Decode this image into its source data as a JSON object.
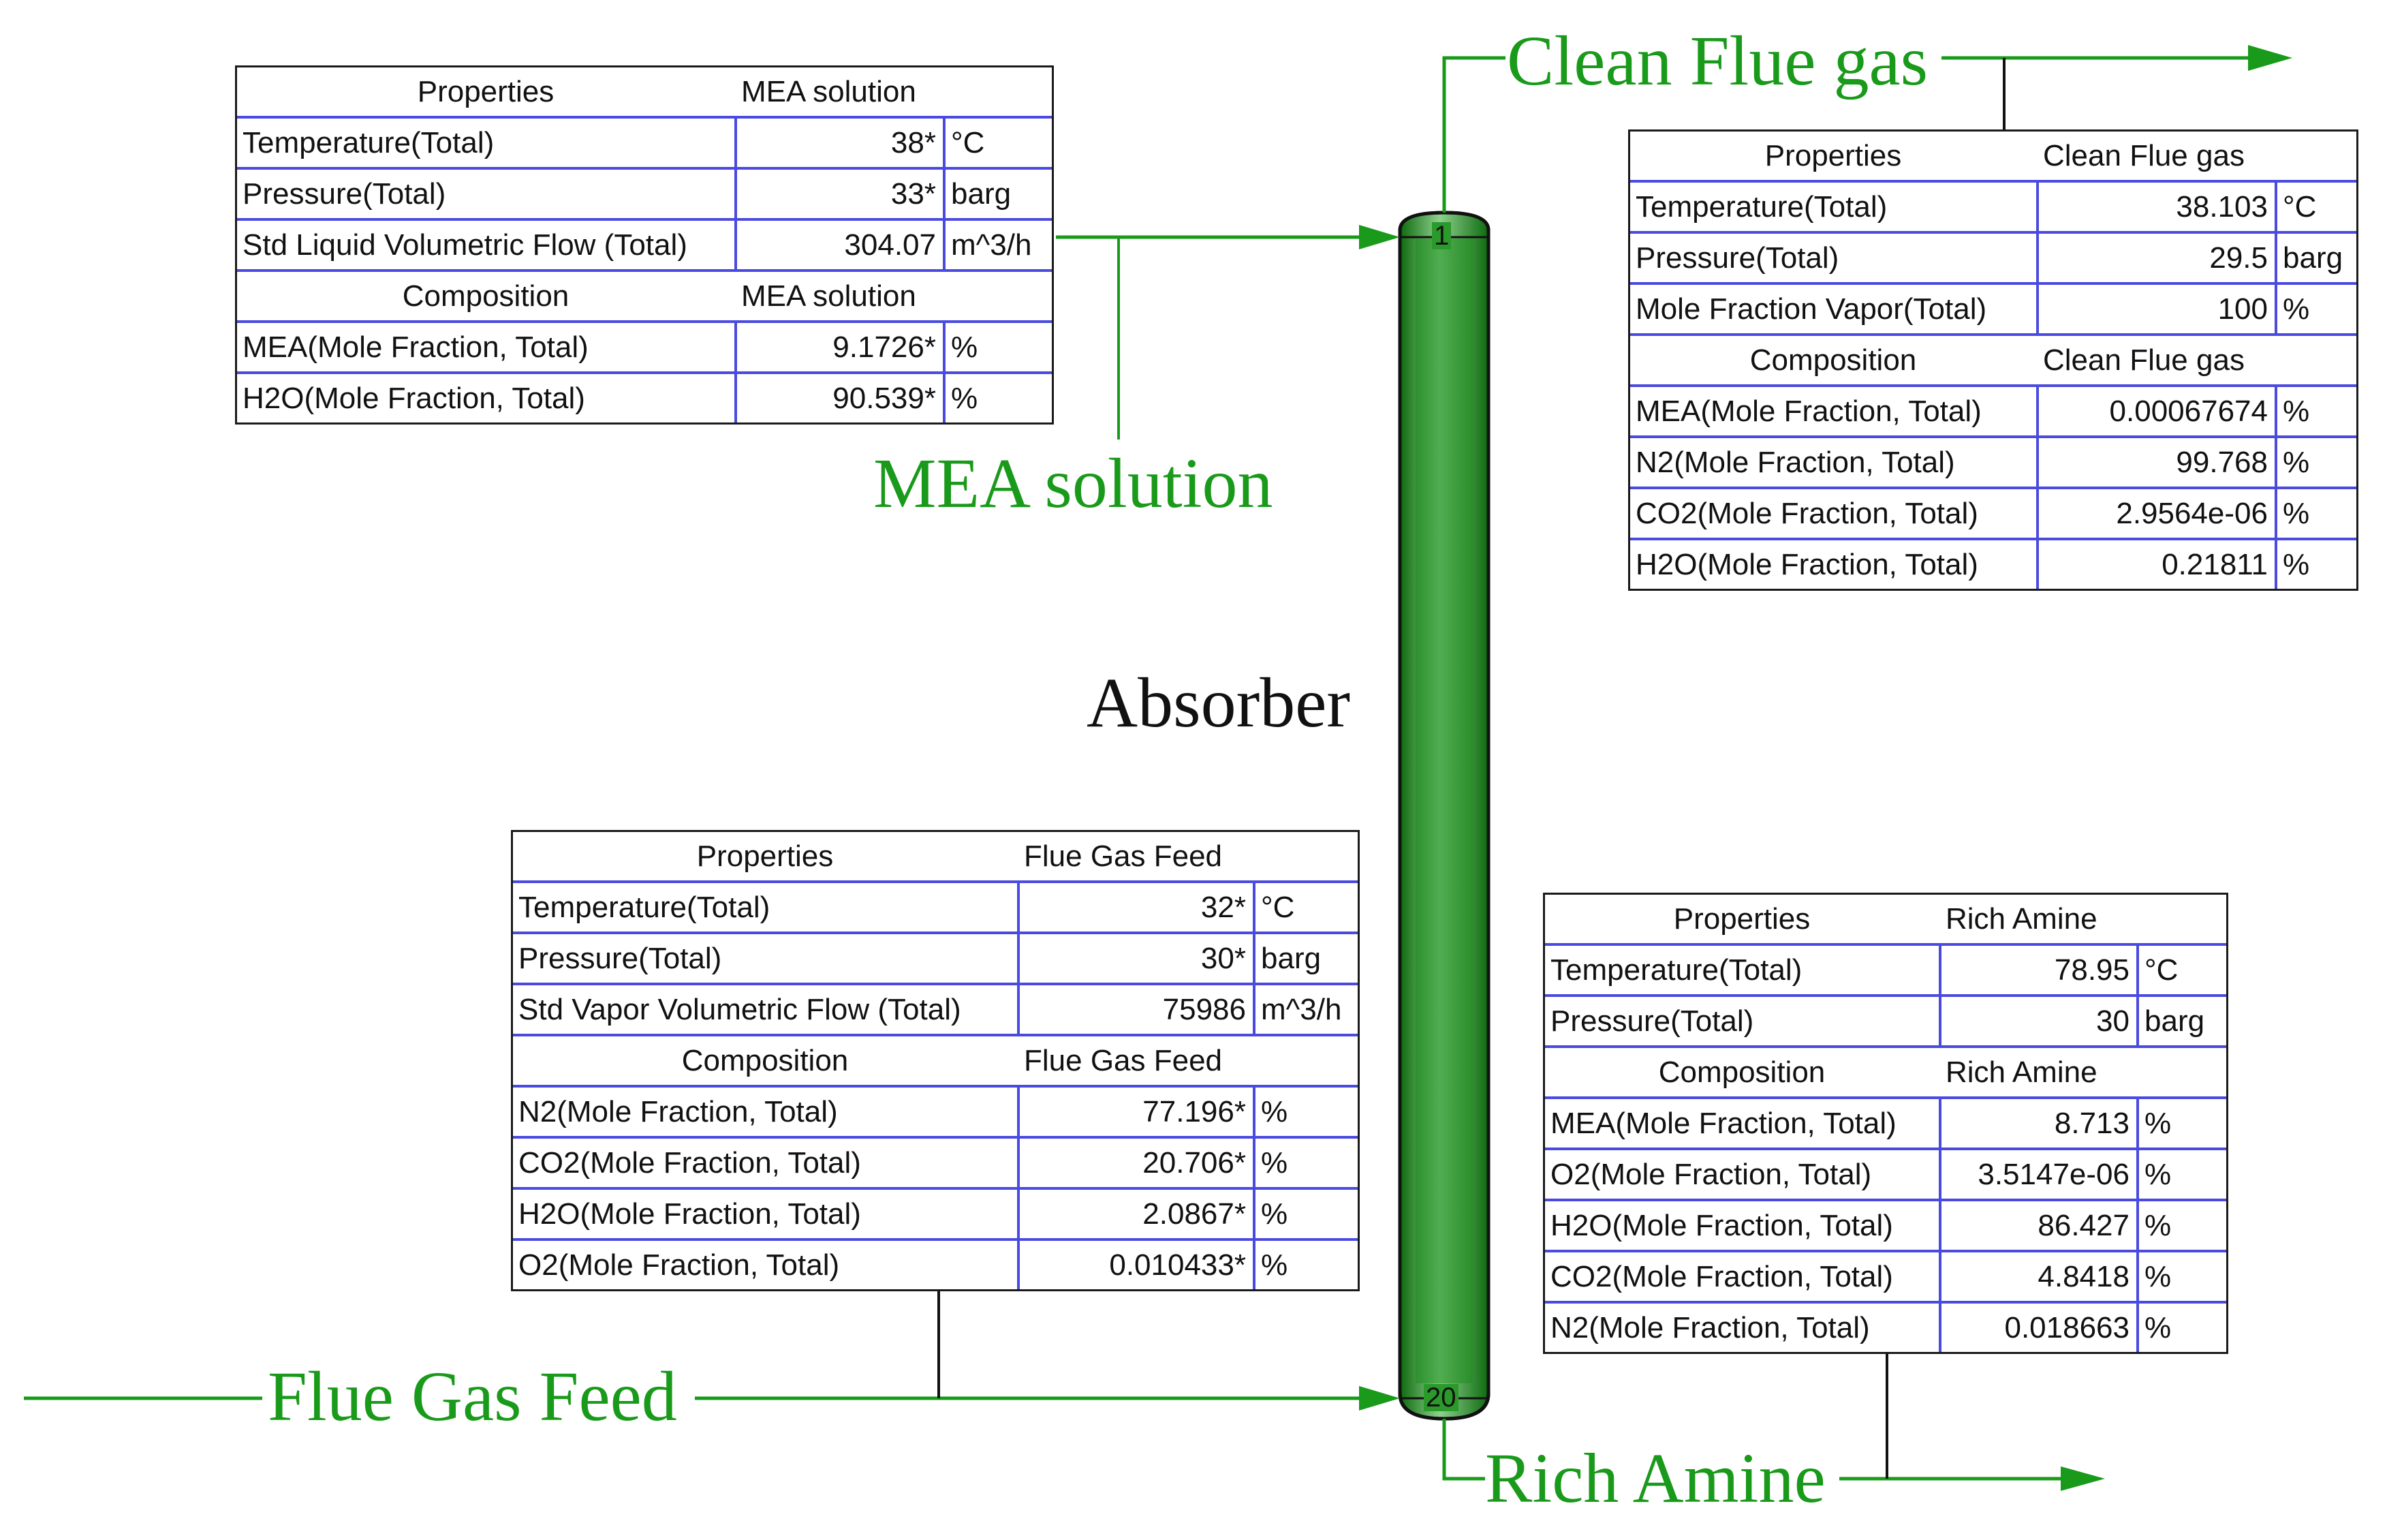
{
  "unit": {
    "name": "Absorber",
    "top_stage": "1",
    "bottom_stage": "20",
    "color": "#1f8f1f"
  },
  "streams": {
    "clean_flue_gas": "Clean Flue gas",
    "mea_solution": "MEA solution",
    "flue_gas_feed": "Flue Gas Feed",
    "rich_amine": "Rich Amine"
  },
  "colors": {
    "stream_line": "#1a9a1a",
    "grid": "#4a4ae0"
  },
  "tables": {
    "mea": {
      "properties_header": "Properties",
      "stream_name": "MEA solution",
      "properties": [
        {
          "label": "Temperature(Total)",
          "value": "38*",
          "unit": "°C"
        },
        {
          "label": "Pressure(Total)",
          "value": "33*",
          "unit": "barg"
        },
        {
          "label": "Std Liquid Volumetric Flow (Total)",
          "value": "304.07",
          "unit": "m^3/h"
        }
      ],
      "composition_header": "Composition",
      "composition": [
        {
          "label": "MEA(Mole Fraction, Total)",
          "value": "9.1726*",
          "unit": "%"
        },
        {
          "label": "H2O(Mole Fraction, Total)",
          "value": "90.539*",
          "unit": "%"
        }
      ]
    },
    "clean": {
      "properties_header": "Properties",
      "stream_name": "Clean Flue gas",
      "properties": [
        {
          "label": "Temperature(Total)",
          "value": "38.103",
          "unit": "°C"
        },
        {
          "label": "Pressure(Total)",
          "value": "29.5",
          "unit": "barg"
        },
        {
          "label": "Mole Fraction Vapor(Total)",
          "value": "100",
          "unit": "%"
        }
      ],
      "composition_header": "Composition",
      "composition": [
        {
          "label": "MEA(Mole Fraction, Total)",
          "value": "0.00067674",
          "unit": "%"
        },
        {
          "label": "N2(Mole Fraction, Total)",
          "value": "99.768",
          "unit": "%"
        },
        {
          "label": "CO2(Mole Fraction, Total)",
          "value": "2.9564e-06",
          "unit": "%"
        },
        {
          "label": "H2O(Mole Fraction, Total)",
          "value": "0.21811",
          "unit": "%"
        }
      ]
    },
    "flue": {
      "properties_header": "Properties",
      "stream_name": "Flue Gas Feed",
      "properties": [
        {
          "label": "Temperature(Total)",
          "value": "32*",
          "unit": "°C"
        },
        {
          "label": "Pressure(Total)",
          "value": "30*",
          "unit": "barg"
        },
        {
          "label": "Std Vapor Volumetric Flow (Total)",
          "value": "75986",
          "unit": "m^3/h"
        }
      ],
      "composition_header": "Composition",
      "composition": [
        {
          "label": "N2(Mole Fraction, Total)",
          "value": "77.196*",
          "unit": "%"
        },
        {
          "label": "CO2(Mole Fraction, Total)",
          "value": "20.706*",
          "unit": "%"
        },
        {
          "label": "H2O(Mole Fraction, Total)",
          "value": "2.0867*",
          "unit": "%"
        },
        {
          "label": "O2(Mole Fraction, Total)",
          "value": "0.010433*",
          "unit": "%"
        }
      ]
    },
    "rich": {
      "properties_header": "Properties",
      "stream_name": "Rich Amine",
      "properties": [
        {
          "label": "Temperature(Total)",
          "value": "78.95",
          "unit": "°C"
        },
        {
          "label": "Pressure(Total)",
          "value": "30",
          "unit": "barg"
        }
      ],
      "composition_header": "Composition",
      "composition": [
        {
          "label": "MEA(Mole Fraction, Total)",
          "value": "8.713",
          "unit": "%"
        },
        {
          "label": "O2(Mole Fraction, Total)",
          "value": "3.5147e-06",
          "unit": "%"
        },
        {
          "label": "H2O(Mole Fraction, Total)",
          "value": "86.427",
          "unit": "%"
        },
        {
          "label": "CO2(Mole Fraction, Total)",
          "value": "4.8418",
          "unit": "%"
        },
        {
          "label": "N2(Mole Fraction, Total)",
          "value": "0.018663",
          "unit": "%"
        }
      ]
    }
  }
}
